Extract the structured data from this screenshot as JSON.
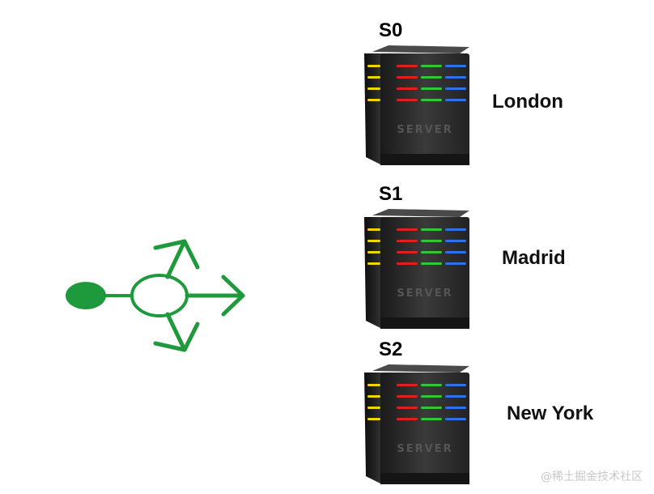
{
  "colors": {
    "accent_green": "#1e9a3c",
    "server_body": "#2b2b2b",
    "led_colors": [
      "#f5d300",
      "#e0201f",
      "#34c437",
      "#2f72e8"
    ]
  },
  "servers": [
    {
      "id": "S0",
      "city": "London"
    },
    {
      "id": "S1",
      "city": "Madrid"
    },
    {
      "id": "S2",
      "city": "New York"
    }
  ],
  "watermark": "@稀土掘金技术社区"
}
